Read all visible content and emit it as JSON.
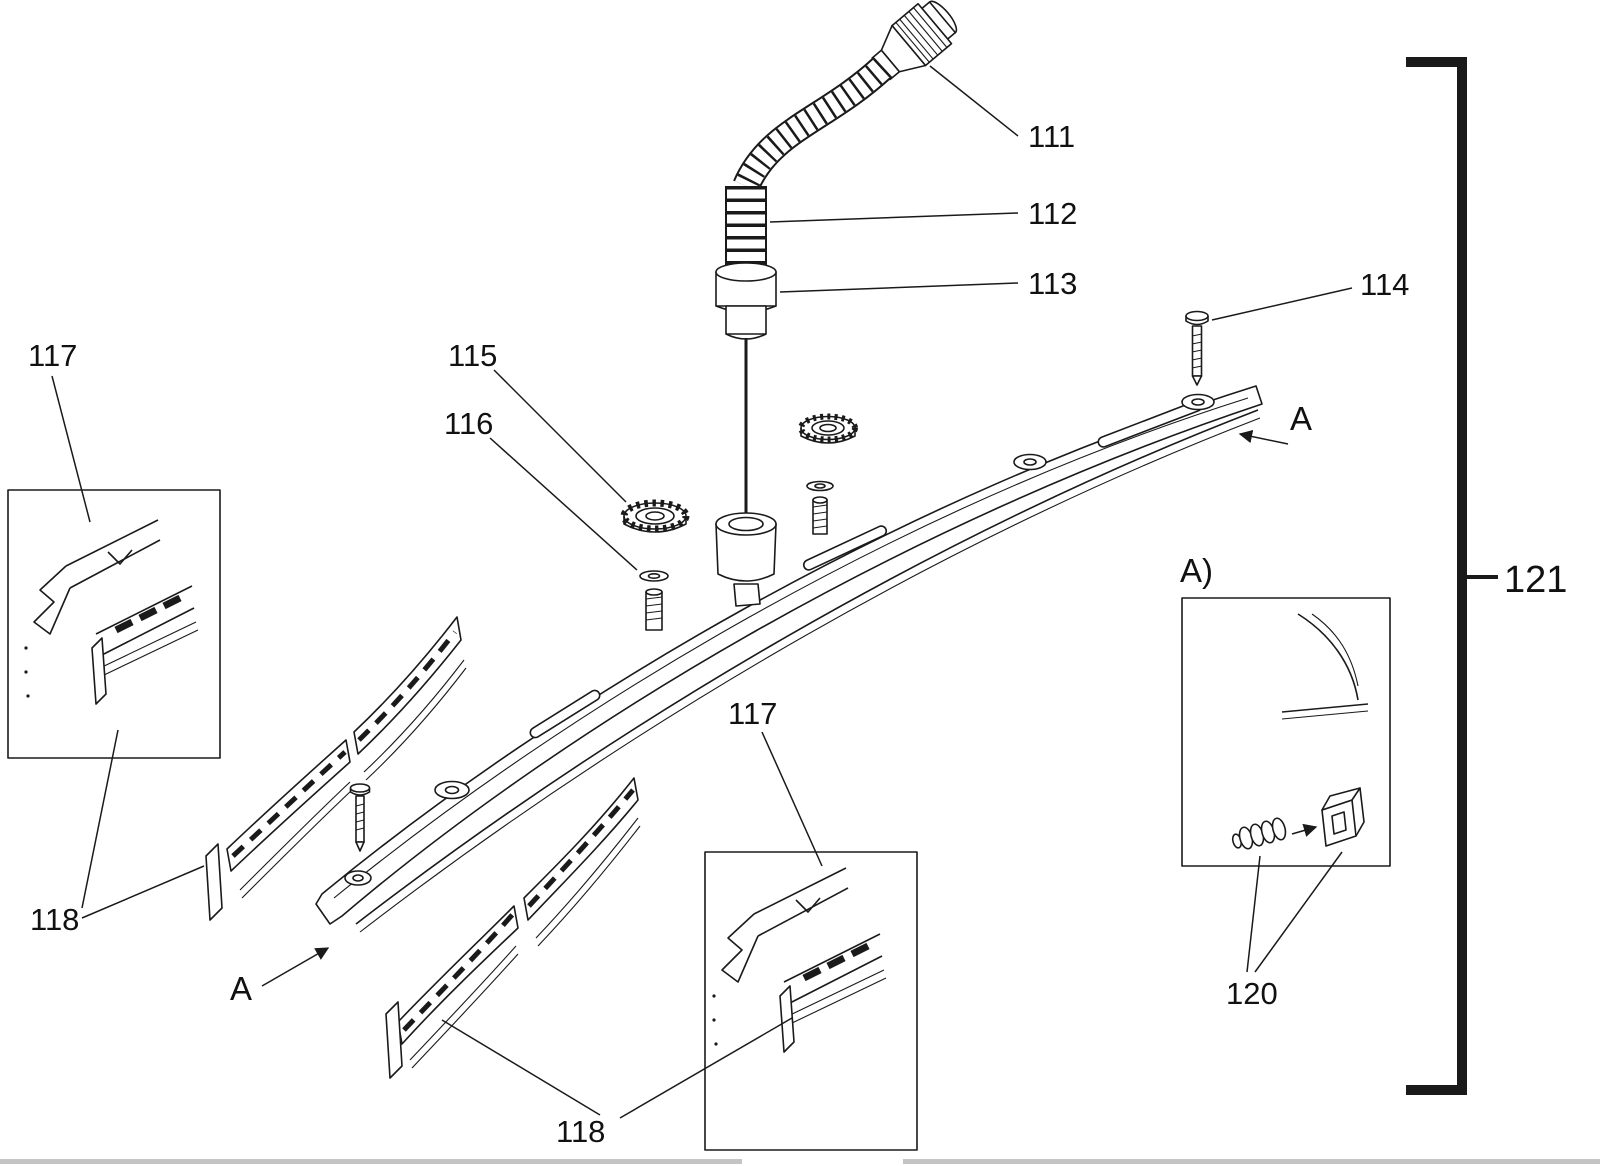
{
  "figure": {
    "colors": {
      "line": "#1a1a1a",
      "background": "#ffffff",
      "scan_artifact": "#c4c4c4"
    },
    "labels": {
      "ref_111": "111",
      "ref_112": "112",
      "ref_113": "113",
      "ref_114": "114",
      "ref_115": "115",
      "ref_116": "116",
      "ref_117_left": "117",
      "ref_117_mid": "117",
      "ref_118_left": "118",
      "ref_118_bottom": "118",
      "ref_120": "120",
      "ref_121": "121",
      "view_a_left": "A",
      "view_a_right": "A",
      "inset_a_title": "A)"
    }
  }
}
